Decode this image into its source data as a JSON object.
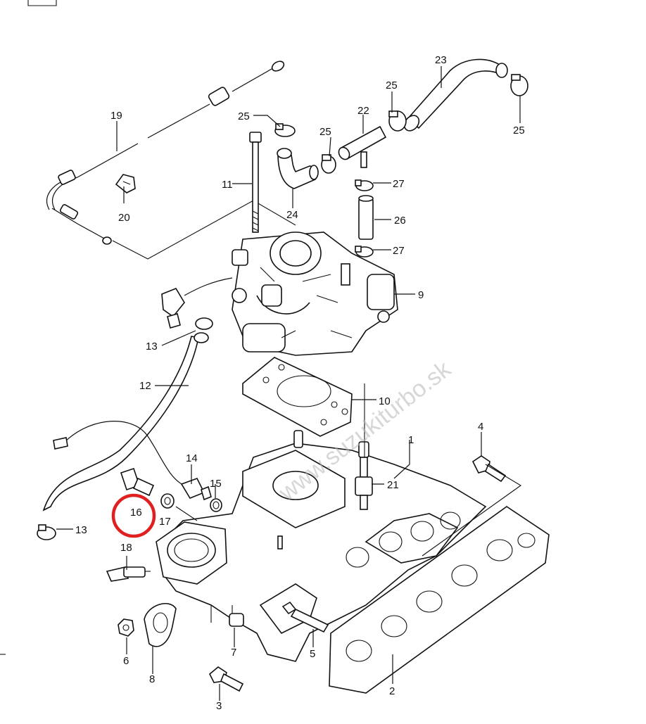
{
  "watermark": "www.suzukiturbo.sk",
  "highlight": {
    "label": "16",
    "ring_color": "#e02020"
  },
  "callouts": [
    {
      "id": "c1",
      "label": "1"
    },
    {
      "id": "c2",
      "label": "2"
    },
    {
      "id": "c3",
      "label": "3"
    },
    {
      "id": "c4",
      "label": "4"
    },
    {
      "id": "c5",
      "label": "5"
    },
    {
      "id": "c6",
      "label": "6"
    },
    {
      "id": "c7",
      "label": "7"
    },
    {
      "id": "c8",
      "label": "8"
    },
    {
      "id": "c9",
      "label": "9"
    },
    {
      "id": "c10",
      "label": "10"
    },
    {
      "id": "c11",
      "label": "11"
    },
    {
      "id": "c12",
      "label": "12"
    },
    {
      "id": "c13a",
      "label": "13"
    },
    {
      "id": "c13b",
      "label": "13"
    },
    {
      "id": "c14",
      "label": "14"
    },
    {
      "id": "c15",
      "label": "15"
    },
    {
      "id": "c16",
      "label": "16"
    },
    {
      "id": "c17",
      "label": "17"
    },
    {
      "id": "c18",
      "label": "18"
    },
    {
      "id": "c19",
      "label": "19"
    },
    {
      "id": "c20",
      "label": "20"
    },
    {
      "id": "c21",
      "label": "21"
    },
    {
      "id": "c22",
      "label": "22"
    },
    {
      "id": "c23",
      "label": "23"
    },
    {
      "id": "c24",
      "label": "24"
    },
    {
      "id": "c25a",
      "label": "25"
    },
    {
      "id": "c25b",
      "label": "25"
    },
    {
      "id": "c25c",
      "label": "25"
    },
    {
      "id": "c25d",
      "label": "25"
    },
    {
      "id": "c26",
      "label": "26"
    },
    {
      "id": "c27a",
      "label": "27"
    },
    {
      "id": "c27b",
      "label": "27"
    }
  ]
}
